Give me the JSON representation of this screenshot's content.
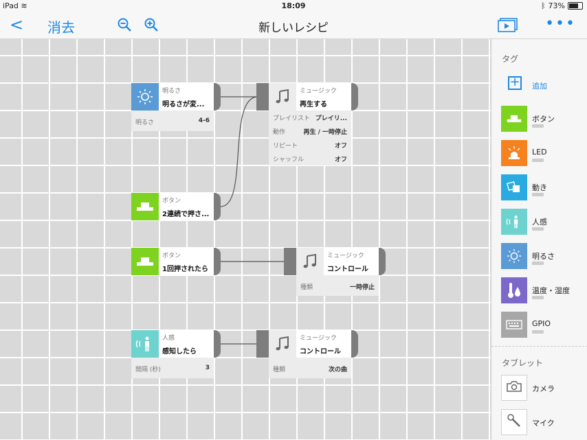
{
  "status": {
    "device": "iPad",
    "time": "18:09",
    "battery": "73%"
  },
  "nav": {
    "back_label": "<",
    "clear_label": "消去",
    "title": "新しいレシピ",
    "more_label": "•••"
  },
  "blocks": {
    "brightness": {
      "category": "明るさ",
      "name": "明るさが変...",
      "props": [
        {
          "k": "明るさ",
          "v": "4-6"
        }
      ]
    },
    "music1": {
      "category": "ミュージック",
      "name": "再生する",
      "props": [
        {
          "k": "プレイリスト",
          "v": "プレイリ..."
        },
        {
          "k": "動作",
          "v": "再生 / 一時停止"
        },
        {
          "k": "リピート",
          "v": "オフ"
        },
        {
          "k": "シャッフル",
          "v": "オフ"
        }
      ]
    },
    "button1": {
      "category": "ボタン",
      "name": "2連続で押さ..."
    },
    "button2": {
      "category": "ボタン",
      "name": "1回押されたら"
    },
    "music2": {
      "category": "ミュージック",
      "name": "コントロール",
      "props": [
        {
          "k": "種類",
          "v": "一時停止"
        }
      ]
    },
    "motion": {
      "category": "人感",
      "name": "感知したら",
      "props": [
        {
          "k": "間隔 (秒)",
          "v": "3"
        }
      ]
    },
    "music3": {
      "category": "ミュージック",
      "name": "コントロール",
      "props": [
        {
          "k": "種類",
          "v": "次の曲"
        }
      ]
    }
  },
  "panel": {
    "tag_section": "タグ",
    "add_label": "追加",
    "tags": [
      {
        "label": "ボタン",
        "color": "#7ed321",
        "icon": "button-icon"
      },
      {
        "label": "LED",
        "color": "#f5821f",
        "icon": "led-icon"
      },
      {
        "label": "動き",
        "color": "#29abe2",
        "icon": "motion-icon"
      },
      {
        "label": "人感",
        "color": "#6ed3cf",
        "icon": "human-sensor-icon"
      },
      {
        "label": "明るさ",
        "color": "#5b9bd5",
        "icon": "sun-icon"
      },
      {
        "label": "温度・湿度",
        "color": "#7b68c8",
        "icon": "thermometer-icon"
      },
      {
        "label": "GPIO",
        "color": "#a7a7a7",
        "icon": "keyboard-icon"
      }
    ],
    "tablet_section": "タブレット",
    "tablet": [
      {
        "label": "カメラ",
        "icon": "camera-icon"
      },
      {
        "label": "マイク",
        "icon": "microphone-icon"
      }
    ]
  },
  "colors": {
    "accent": "#1e88e5",
    "button": "#7ed321",
    "brightness": "#5b9bd5",
    "human": "#6ed3cf"
  }
}
